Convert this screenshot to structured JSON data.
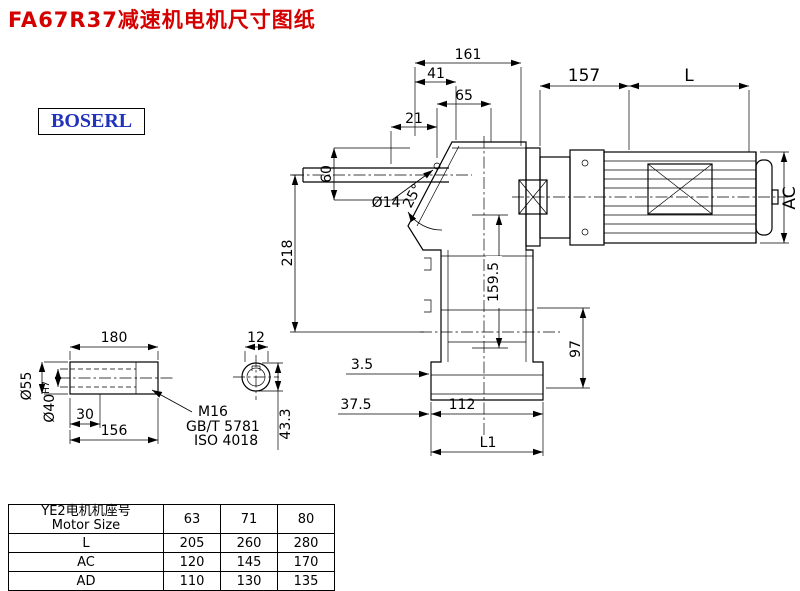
{
  "title": "FA67R37减速机电机尺寸图纸",
  "brand": "BOSERL",
  "main_dims": {
    "n161": "161",
    "n41": "41",
    "n65": "65",
    "n21": "21",
    "n157": "157",
    "L": "L",
    "AC": "AC",
    "n60": "60",
    "n218": "218",
    "hole": "Ø14",
    "angle": "25°",
    "n159_5": "159.5",
    "n97": "97",
    "n3_5": "3.5",
    "n37_5": "37.5",
    "n112": "112",
    "L1": "L1"
  },
  "shaft_dims": {
    "n180": "180",
    "n12": "12",
    "d55": "Ø55",
    "d40": "Ø40",
    "d40_tol": "H7",
    "n30": "30",
    "n156": "156",
    "thread": "M16",
    "std1": "GB/T 5781",
    "std2": "ISO 4018",
    "n43_3": "43.3"
  },
  "table": {
    "header_cn": "YE2电机机座号",
    "header_en": "Motor Size",
    "sizes": [
      "63",
      "71",
      "80"
    ],
    "rows": [
      {
        "label": "L",
        "values": [
          "205",
          "260",
          "280"
        ]
      },
      {
        "label": "AC",
        "values": [
          "120",
          "145",
          "170"
        ]
      },
      {
        "label": "AD",
        "values": [
          "110",
          "130",
          "135"
        ]
      }
    ]
  }
}
